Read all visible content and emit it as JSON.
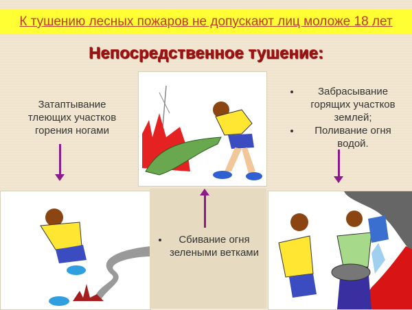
{
  "banner": {
    "text": "К тушению лесных пожаров не допускают лиц моложе 18 лет"
  },
  "title": "Непосредственное тушение:",
  "captions": {
    "left": {
      "lines": [
        "Затаптывание",
        "тлеющих участков",
        "горения ногами"
      ]
    },
    "right": {
      "items": [
        "Забрасывание горящих участков землей;",
        "Поливание огня водой."
      ]
    },
    "center": {
      "items": [
        "Сбивание огня зелеными ветками"
      ]
    }
  },
  "images": {
    "top_center": "boy beating fire with green branches",
    "bottom_left": "boy stamping out smoldering fire",
    "bottom_right": "boys throwing soil and pouring water on fire"
  },
  "colors": {
    "banner_bg": "#ffff33",
    "banner_text": "#c0392b",
    "title": "#a11212",
    "arrow": "#8b1a8b"
  }
}
